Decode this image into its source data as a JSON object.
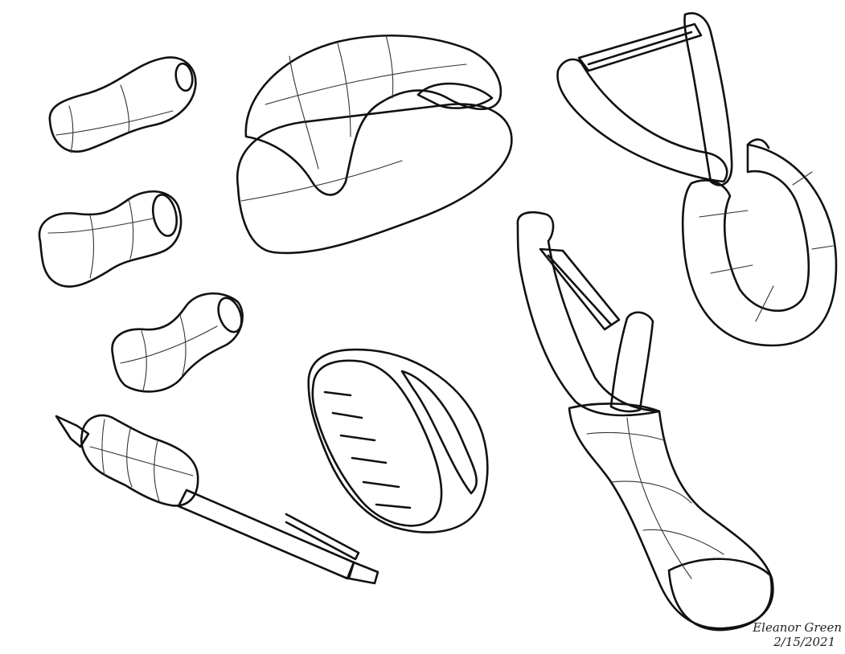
{
  "drawing": {
    "signature_name": "Eleanor Green",
    "signature_date": "2/15/2021",
    "colors": {
      "ink": "#111111",
      "green_shade": "#5f8f3a",
      "blue_shade": "#5a86c8",
      "paper": "#ffffff"
    },
    "objects": [
      "tapered-grip",
      "hourglass-grip",
      "twisted-grip",
      "ergonomic-pen",
      "oval-handle-grip",
      "soap-bar-grip",
      "y-peeler-loop-handle",
      "y-peeler"
    ]
  }
}
